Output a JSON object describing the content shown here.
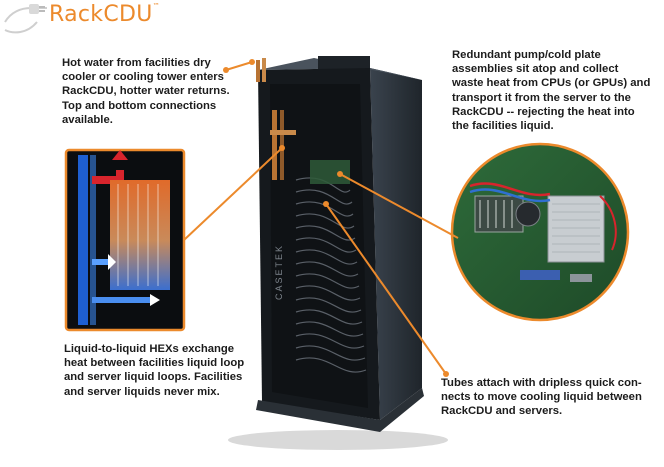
{
  "brand": {
    "name": "RackCDU",
    "tm": "™",
    "rack_label": "CASETEK"
  },
  "colors": {
    "accent": "#ec8a2c",
    "rack": "#2b3138",
    "hot": "#d8242c",
    "cold": "#2f6fd1",
    "text": "#1c1c1c"
  },
  "callouts": {
    "hot_water": "Hot water from facilities dry\ncooler or cooling tower enters\nRackCDU, hotter water returns.\nTop and bottom connections\navailable.",
    "pump": "Redundant pump/cold plate\nassemblies sit atop and collect\nwaste heat from CPUs (or GPUs) and\ntransport it from the server to the\nRackCDU --  rejecting the heat into\nthe facilities liquid.",
    "hex": "Liquid-to-liquid HEXs exchange\nheat between facilities liquid loop\nand server liquid loops. Facilities\nand server liquids never mix.",
    "tubes": "Tubes attach with dripless quick con-\nnects to move cooling liquid between\nRackCDU and servers."
  }
}
